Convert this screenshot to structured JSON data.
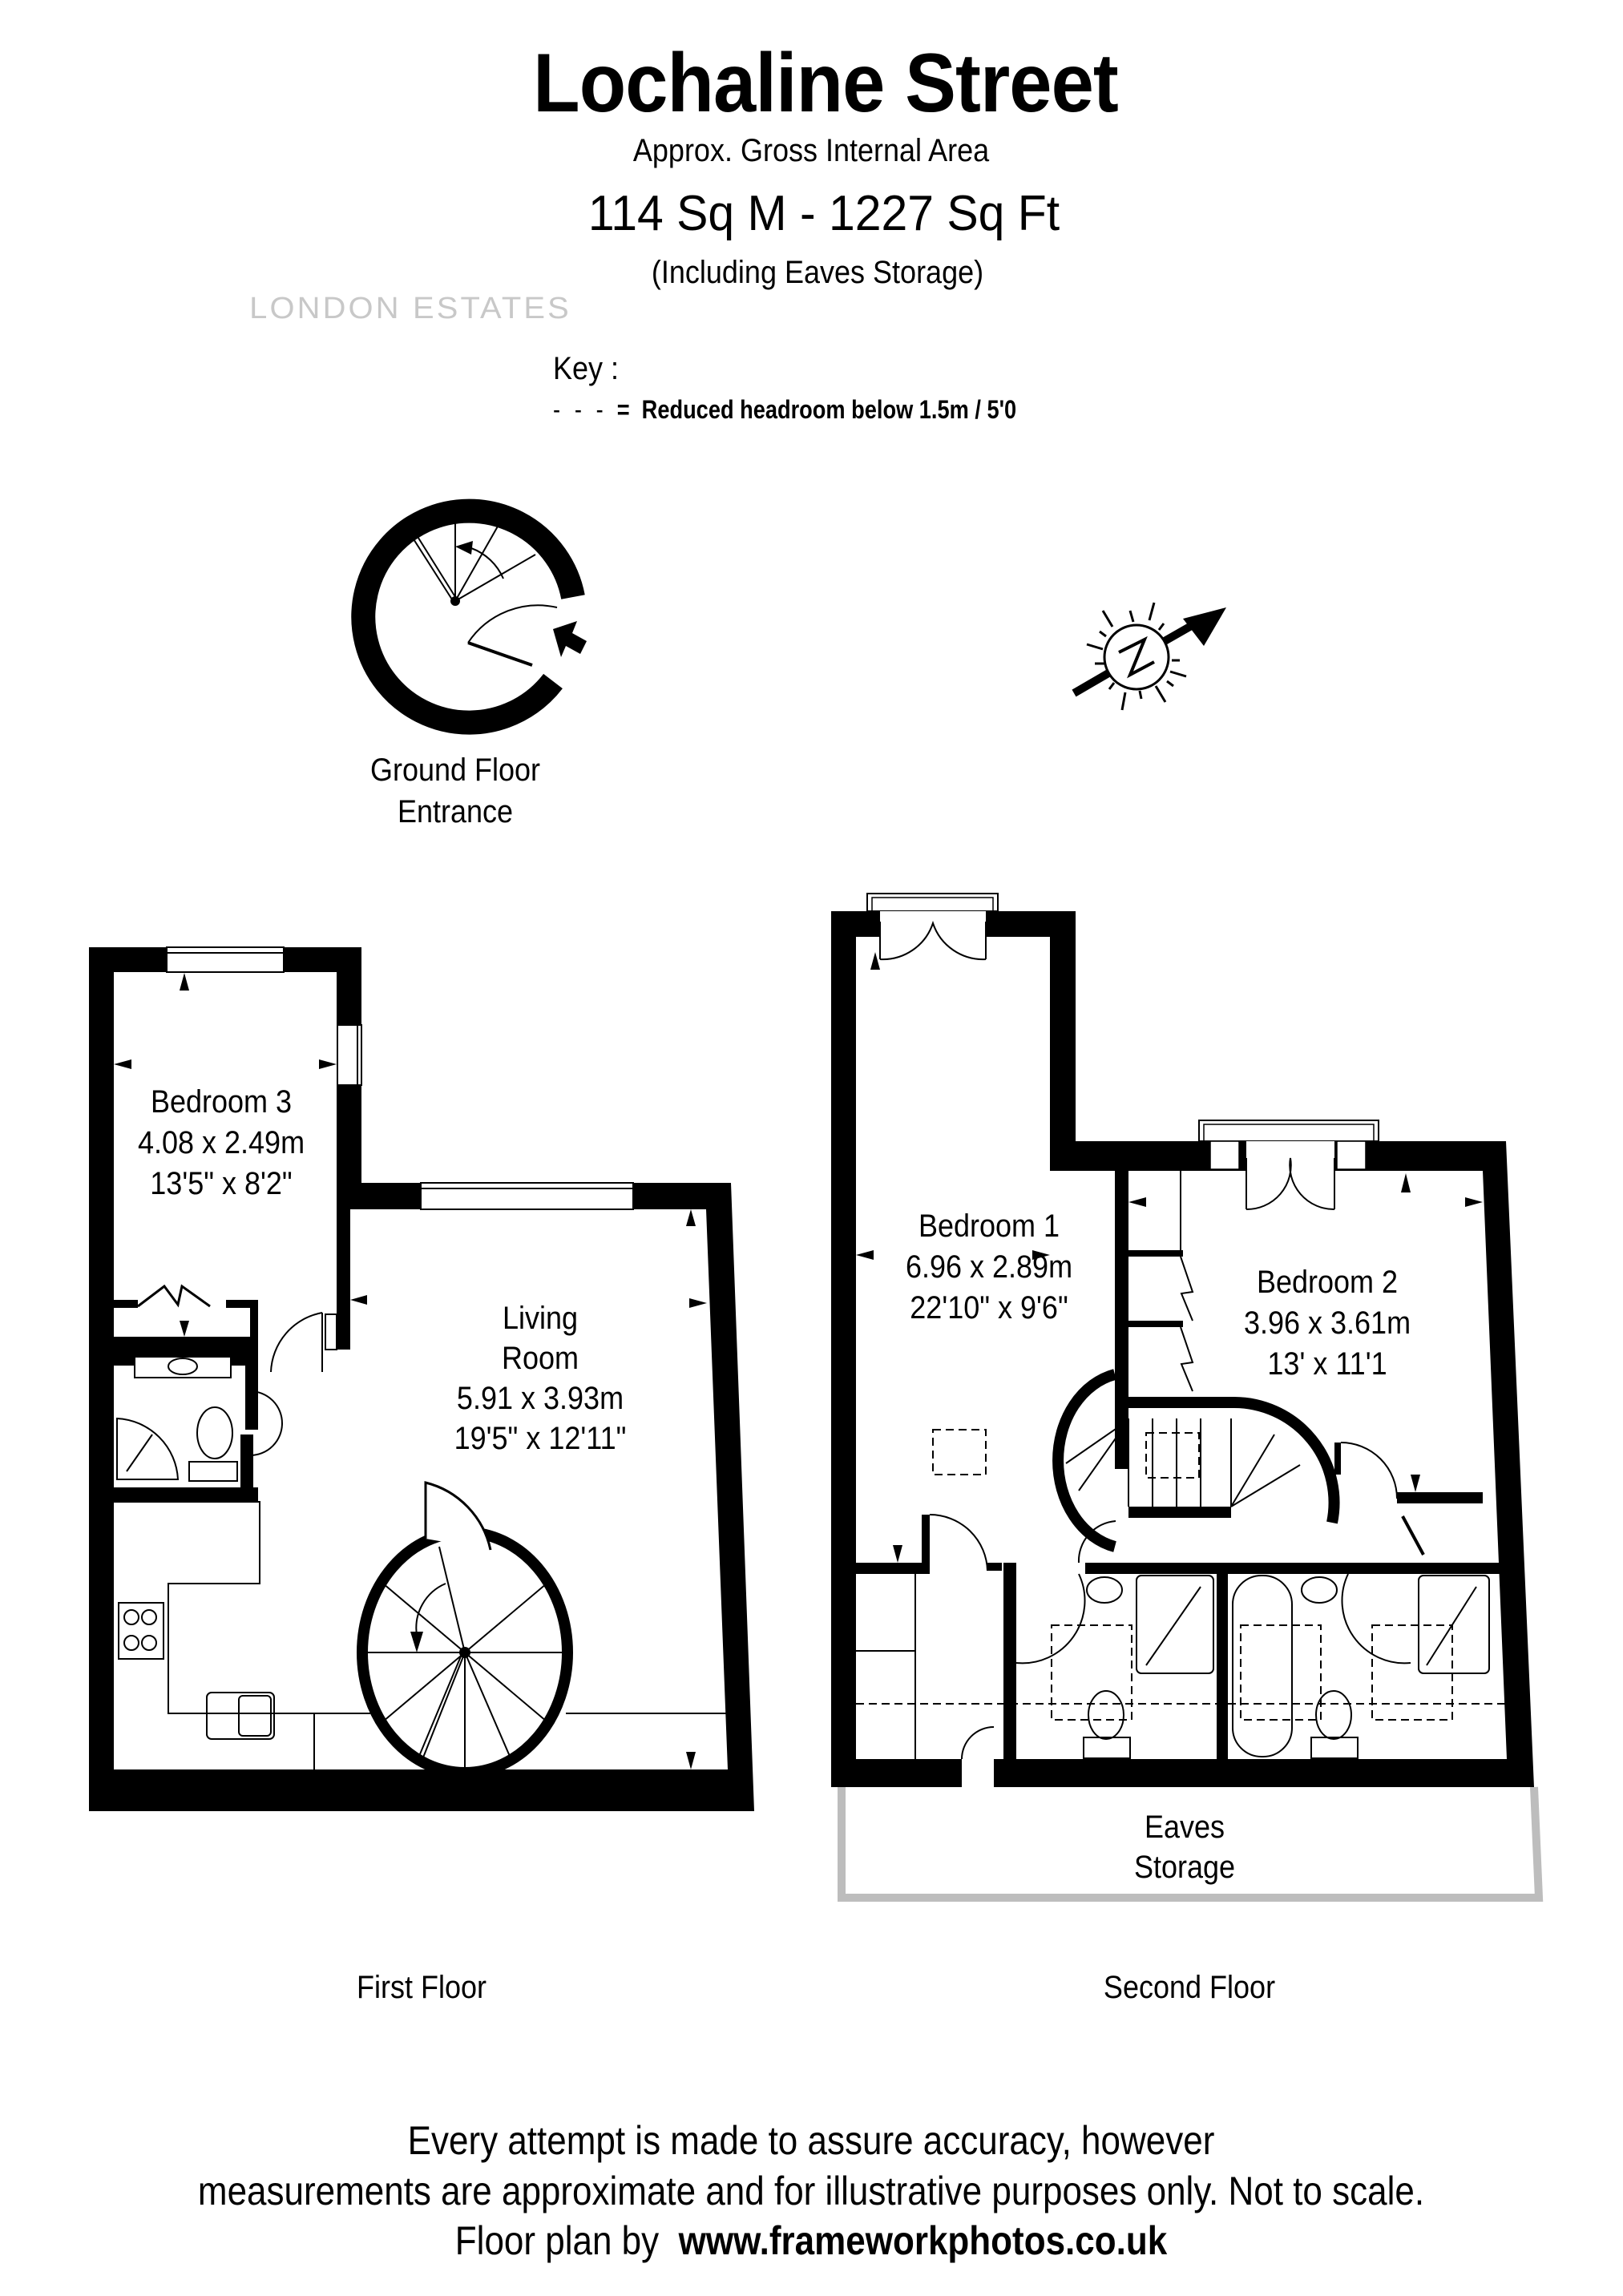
{
  "header": {
    "title": "Lochaline Street",
    "subtitle": "Approx. Gross Internal Area",
    "area": "114 Sq M - 1227 Sq Ft",
    "area_note": "(Including Eaves Storage)",
    "agent_watermark": "LONDON ESTATES"
  },
  "key": {
    "label": "Key :",
    "symbol": "- - -",
    "equals": "=",
    "description": "Reduced  headroom below 1.5m / 5'0"
  },
  "compass": {
    "icon": "north-arrow-icon",
    "letter": "N"
  },
  "ground_floor": {
    "label_line1": "Ground Floor",
    "label_line2": "Entrance"
  },
  "first_floor": {
    "label": "First Floor",
    "rooms": [
      {
        "name": "Bedroom 3",
        "metric": "4.08 x 2.49m",
        "imperial": "13'5\" x 8'2\""
      },
      {
        "name_line1": "Living",
        "name_line2": "Room",
        "metric": "5.91 x 3.93m",
        "imperial": "19'5\" x 12'11\""
      }
    ]
  },
  "second_floor": {
    "label": "Second Floor",
    "rooms": [
      {
        "name": "Bedroom 1",
        "metric": "6.96 x 2.89m",
        "imperial": "22'10\" x 9'6\""
      },
      {
        "name": "Bedroom 2",
        "metric": "3.96 x 3.61m",
        "imperial": "13' x 11'1"
      },
      {
        "name_line1": "Eaves",
        "name_line2": "Storage"
      }
    ]
  },
  "footer": {
    "line1": "Every attempt is made to assure accuracy, however",
    "line2": "measurements are approximate and for illustrative purposes only. Not to scale.",
    "line3_prefix": "Floor plan by",
    "line3_link": "www.frameworkphotos.co.uk"
  },
  "colors": {
    "wall": "#000000",
    "eaves_outline": "#bdbdbd",
    "watermark": "#c8c8c8",
    "background": "#ffffff"
  }
}
